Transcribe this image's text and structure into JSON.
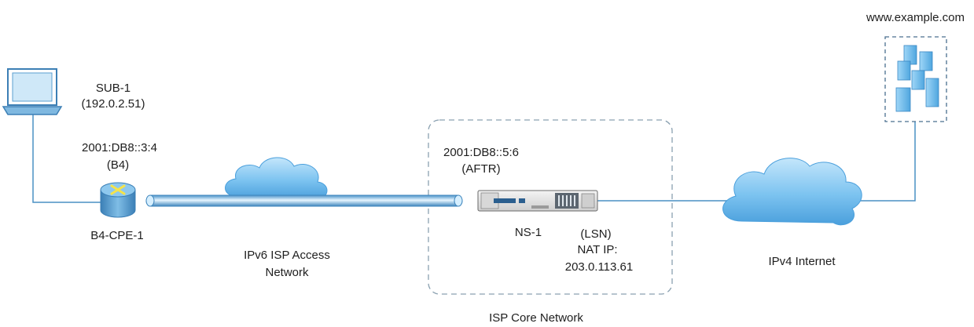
{
  "website": "www.example.com",
  "subscriber": {
    "name": "SUB-1",
    "ip": "(192.0.2.51)"
  },
  "b4": {
    "ipv6": "2001:DB8::3:4",
    "role": "(B4)",
    "name": "B4-CPE-1"
  },
  "access_network": {
    "line1": "IPv6 ISP Access",
    "line2": "Network"
  },
  "aftr": {
    "ipv6": "2001:DB8::5:6",
    "role": "(AFTR)",
    "name": "NS-1"
  },
  "lsn": {
    "line1": "(LSN)",
    "line2": "NAT IP:",
    "line3": "203.0.113.61"
  },
  "internet": "IPv4 Internet",
  "core_network": "ISP Core Network",
  "colors": {
    "line": "#4a90c4",
    "cloud": "#5aaee6",
    "dash": "#8aa0b0",
    "server": "#6bb8ee"
  }
}
